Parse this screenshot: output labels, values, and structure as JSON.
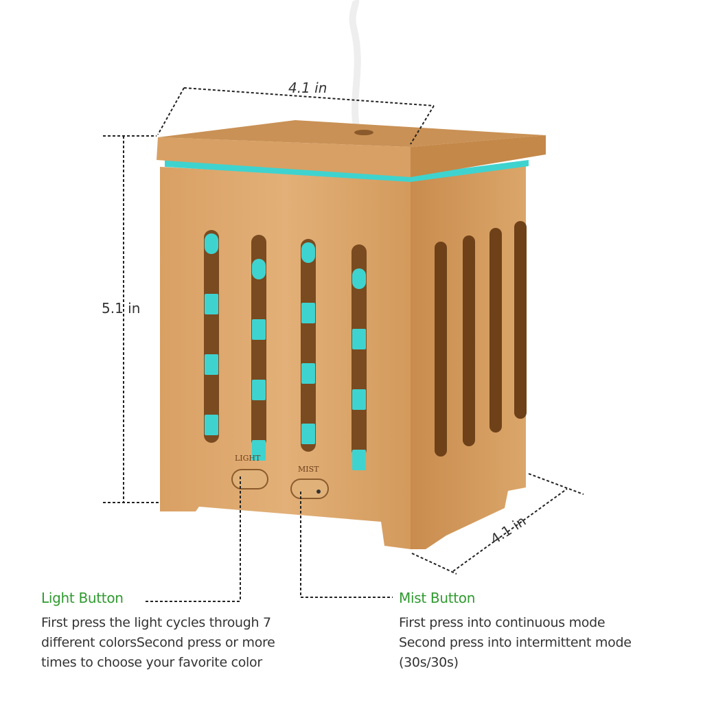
{
  "dimensions": {
    "width": "4.1 in",
    "height": "5.1 in",
    "depth": "4.1 in"
  },
  "buttons": {
    "light_engraving": "LIGHT",
    "mist_engraving": "MIST"
  },
  "light_button": {
    "title": "Light Button",
    "lines": [
      "First press the light cycles through 7",
      "different colorsSecond press or more",
      "times to choose your favorite color"
    ]
  },
  "mist_button": {
    "title": "Mist Button",
    "lines": [
      "First press into continuous mode",
      "Second press into intermittent mode",
      "(30s/30s)"
    ]
  },
  "colors": {
    "wood": "#d9a468",
    "wood_dark": "#b97c40",
    "light": "#3fd3cf",
    "heading": "#2f9a2f"
  }
}
